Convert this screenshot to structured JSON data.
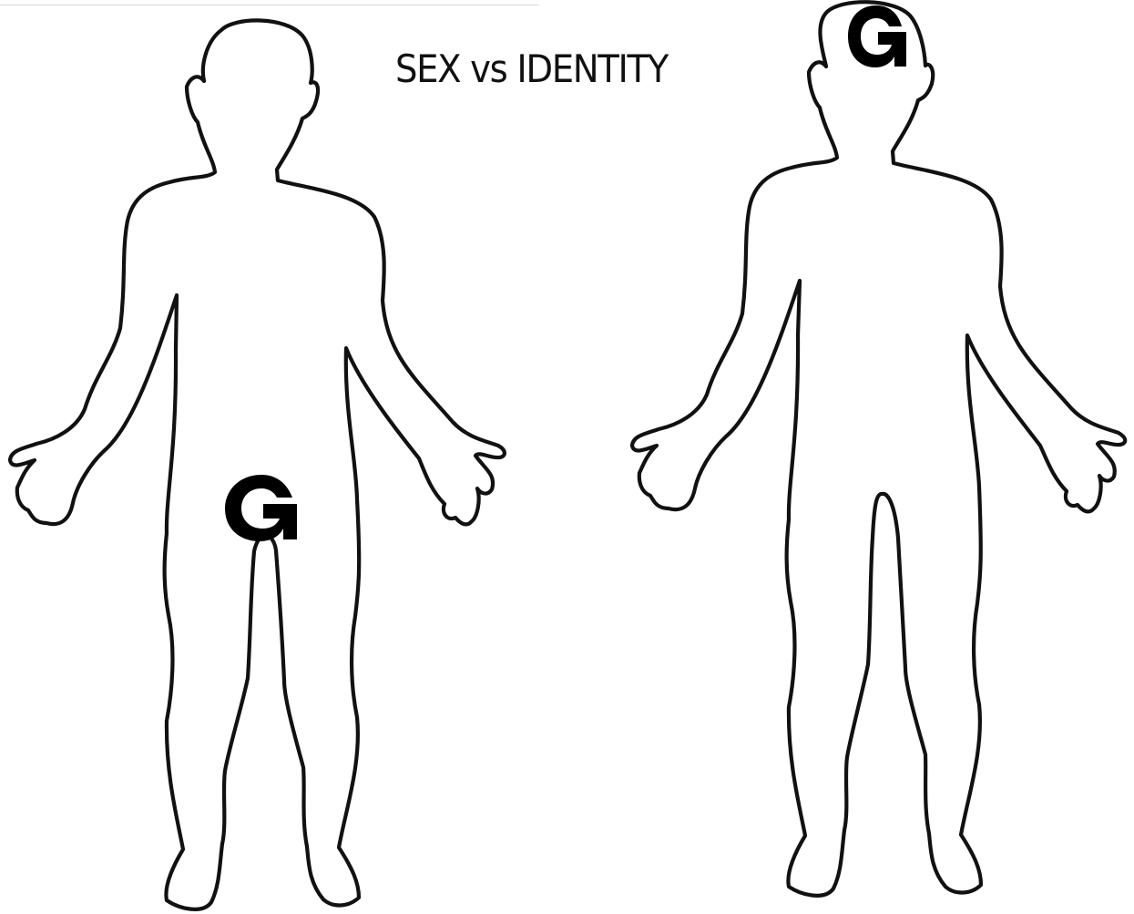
{
  "title": "SEX vs IDENTITY",
  "figures": [
    {
      "id": "left",
      "marker": {
        "letter": "G",
        "placement": "groin"
      }
    },
    {
      "id": "right",
      "marker": {
        "letter": "G",
        "placement": "head"
      }
    }
  ],
  "colors": {
    "background": "#ffffff",
    "outline": "#111111",
    "marker": "#000000",
    "title": "#111111"
  }
}
